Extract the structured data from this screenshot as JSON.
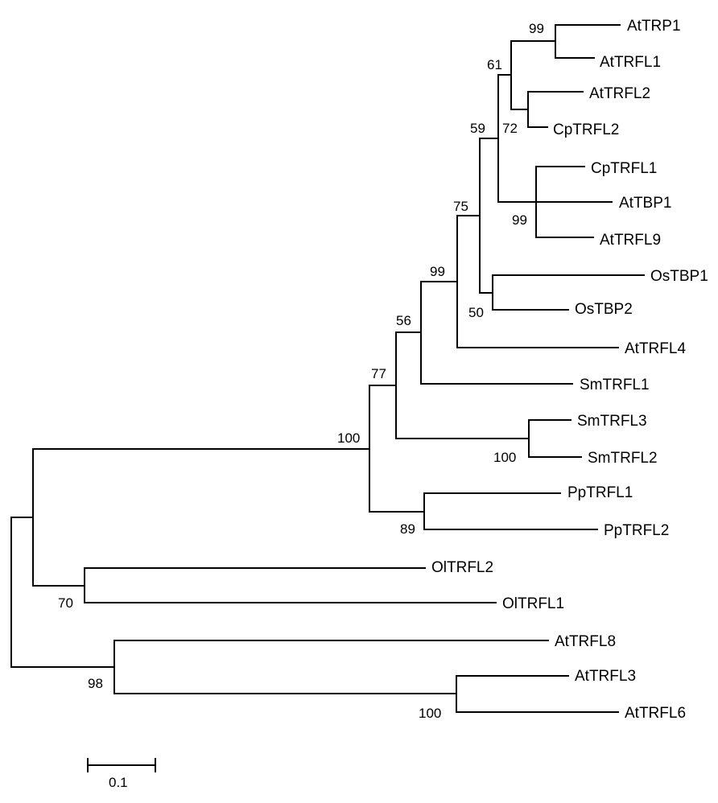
{
  "tree": {
    "type": "phylogenetic-tree",
    "line_color": "#000000",
    "scale_bar": {
      "value": 0.1,
      "label": "0.1"
    },
    "taxa": [
      "AtTRP1",
      "AtTRFL1",
      "AtTRFL2",
      "CpTRFL2",
      "CpTRFL1",
      "AtTBP1",
      "AtTRFL9",
      "OsTBP1",
      "OsTBP2",
      "AtTRFL4",
      "SmTRFL1",
      "SmTRFL3",
      "SmTRFL2",
      "PpTRFL1",
      "PpTRFL2",
      "OlTRFL2",
      "OlTRFL1",
      "AtTRFL8",
      "AtTRFL3",
      "AtTRFL6"
    ],
    "support_values": [
      "99",
      "61",
      "72",
      "59",
      "99",
      "75",
      "50",
      "99",
      "56",
      "77",
      "100",
      "100",
      "89",
      "70",
      "98",
      "100"
    ]
  }
}
